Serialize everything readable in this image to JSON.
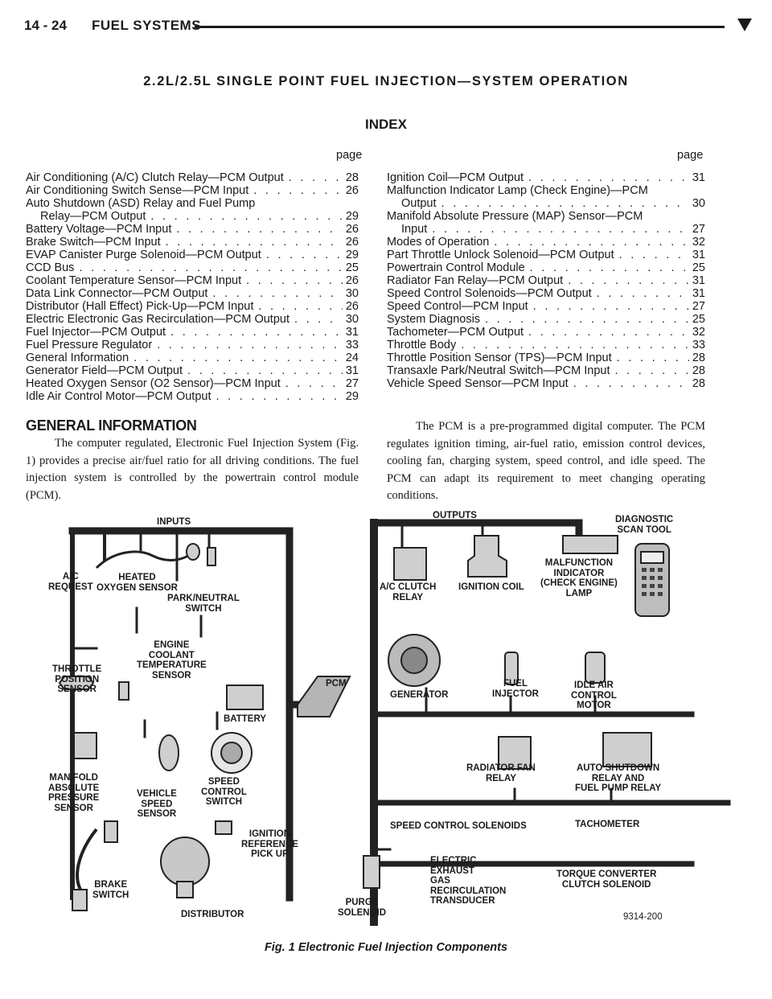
{
  "header": {
    "page_number": "14 - 24",
    "section": "FUEL SYSTEMS"
  },
  "title": "2.2L/2.5L SINGLE POINT FUEL INJECTION—SYSTEM OPERATION",
  "index_title": "INDEX",
  "page_label": "page",
  "index_left": [
    {
      "title": "Air Conditioning (A/C) Clutch Relay—PCM Output",
      "page": "28"
    },
    {
      "title": "Air Conditioning Switch Sense—PCM Input",
      "page": "26"
    },
    {
      "title": "Auto Shutdown (ASD) Relay and Fuel Pump",
      "cont": "Relay—PCM Output",
      "page": "29"
    },
    {
      "title": "Battery Voltage—PCM Input",
      "page": "26"
    },
    {
      "title": "Brake Switch—PCM Input",
      "page": "26"
    },
    {
      "title": "EVAP Canister Purge Solenoid—PCM Output",
      "page": "29"
    },
    {
      "title": "CCD Bus",
      "page": "25"
    },
    {
      "title": "Coolant Temperature Sensor—PCM Input",
      "page": "26"
    },
    {
      "title": "Data Link Connector—PCM Output",
      "page": "30"
    },
    {
      "title": "Distributor (Hall Effect) Pick-Up—PCM Input",
      "page": "26"
    },
    {
      "title": "Electric Electronic Gas Recirculation—PCM Output",
      "page": "30"
    },
    {
      "title": "Fuel Injector—PCM Output",
      "page": "31"
    },
    {
      "title": "Fuel Pressure Regulator",
      "page": "33"
    },
    {
      "title": "General Information",
      "page": "24"
    },
    {
      "title": "Generator Field—PCM Output",
      "page": "31"
    },
    {
      "title": "Heated Oxygen Sensor (O2 Sensor)—PCM Input",
      "page": "27"
    },
    {
      "title": "Idle Air Control Motor—PCM Output",
      "page": "29"
    }
  ],
  "index_right": [
    {
      "title": "Ignition Coil—PCM Output",
      "page": "31"
    },
    {
      "title": "Malfunction Indicator Lamp (Check Engine)—PCM",
      "cont": "Output",
      "page": "30"
    },
    {
      "title": "Manifold Absolute Pressure (MAP) Sensor—PCM",
      "cont": "Input",
      "page": "27"
    },
    {
      "title": "Modes of Operation",
      "page": "32"
    },
    {
      "title": "Part Throttle Unlock Solenoid—PCM Output",
      "page": "31"
    },
    {
      "title": "Powertrain Control Module",
      "page": "25"
    },
    {
      "title": "Radiator Fan Relay—PCM Output",
      "page": "31"
    },
    {
      "title": "Speed Control Solenoids—PCM Output",
      "page": "31"
    },
    {
      "title": "Speed Control—PCM Input",
      "page": "27"
    },
    {
      "title": "System Diagnosis",
      "page": "25"
    },
    {
      "title": "Tachometer—PCM Output",
      "page": "32"
    },
    {
      "title": "Throttle Body",
      "page": "33"
    },
    {
      "title": "Throttle Position Sensor (TPS)—PCM Input",
      "page": "28"
    },
    {
      "title": "Transaxle Park/Neutral Switch—PCM Input",
      "page": "28"
    },
    {
      "title": "Vehicle Speed Sensor—PCM Input",
      "page": "28"
    }
  ],
  "general_information": {
    "heading": "GENERAL INFORMATION",
    "para1": "The computer regulated, Electronic Fuel Injection System (Fig. 1) provides a precise air/fuel ratio for all driving conditions. The fuel injection system is controlled by the powertrain control module (PCM).",
    "para2": "The PCM is a pre-programmed digital computer. The PCM regulates ignition timing, air-fuel ratio, emission control devices, cooling fan, charging system, speed control, and idle speed. The PCM can adapt its requirement to meet changing operating conditions."
  },
  "figure": {
    "labels": {
      "inputs": "INPUTS",
      "outputs": "OUTPUTS",
      "diagnostic_scan_tool": "DIAGNOSTIC\nSCAN TOOL",
      "ac_request": "A/C\nREQUEST",
      "heated_oxygen_sensor": "HEATED\nOXYGEN SENSOR",
      "park_neutral_switch": "PARK/NEUTRAL\nSWITCH",
      "ac_clutch_relay": "A/C CLUTCH\nRELAY",
      "ignition_coil": "IGNITION COIL",
      "mil": "MALFUNCTION\nINDICATOR\n(CHECK ENGINE)\nLAMP",
      "throttle_position_sensor": "THROTTLE\nPOSITION\nSENSOR",
      "engine_coolant_temp_sensor": "ENGINE\nCOOLANT\nTEMPERATURE\nSENSOR",
      "battery": "BATTERY",
      "pcm": "PCM",
      "generator": "GENERATOR",
      "fuel_injector": "FUEL\nINJECTOR",
      "idle_air_control_motor": "IDLE AIR\nCONTROL\nMOTOR",
      "map_sensor": "MANIFOLD\nABSOLUTE\nPRESSURE\nSENSOR",
      "vehicle_speed_sensor": "VEHICLE\nSPEED\nSENSOR",
      "speed_control_switch": "SPEED\nCONTROL\nSWITCH",
      "radiator_fan_relay": "RADIATOR FAN\nRELAY",
      "asd_relay": "AUTO SHUTDOWN\nRELAY AND\nFUEL PUMP RELAY",
      "speed_control_solenoids": "SPEED CONTROL SOLENOIDS",
      "tachometer": "TACHOMETER",
      "ignition_reference_pickup": "IGNITION\nREFERENCE\nPICK UP",
      "brake_switch": "BRAKE\nSWITCH",
      "distributor": "DISTRIBUTOR",
      "purge_solenoid": "PURGE\nSOLENOID",
      "egr_transducer": "ELECTRIC\nEXHAUST\nGAS\nRECIRCULATION\nTRANSDUCER",
      "tcc_solenoid": "TORQUE CONVERTER\nCLUTCH SOLENOID",
      "figure_number": "9314-200"
    },
    "caption": "Fig. 1 Electronic Fuel Injection Components"
  }
}
